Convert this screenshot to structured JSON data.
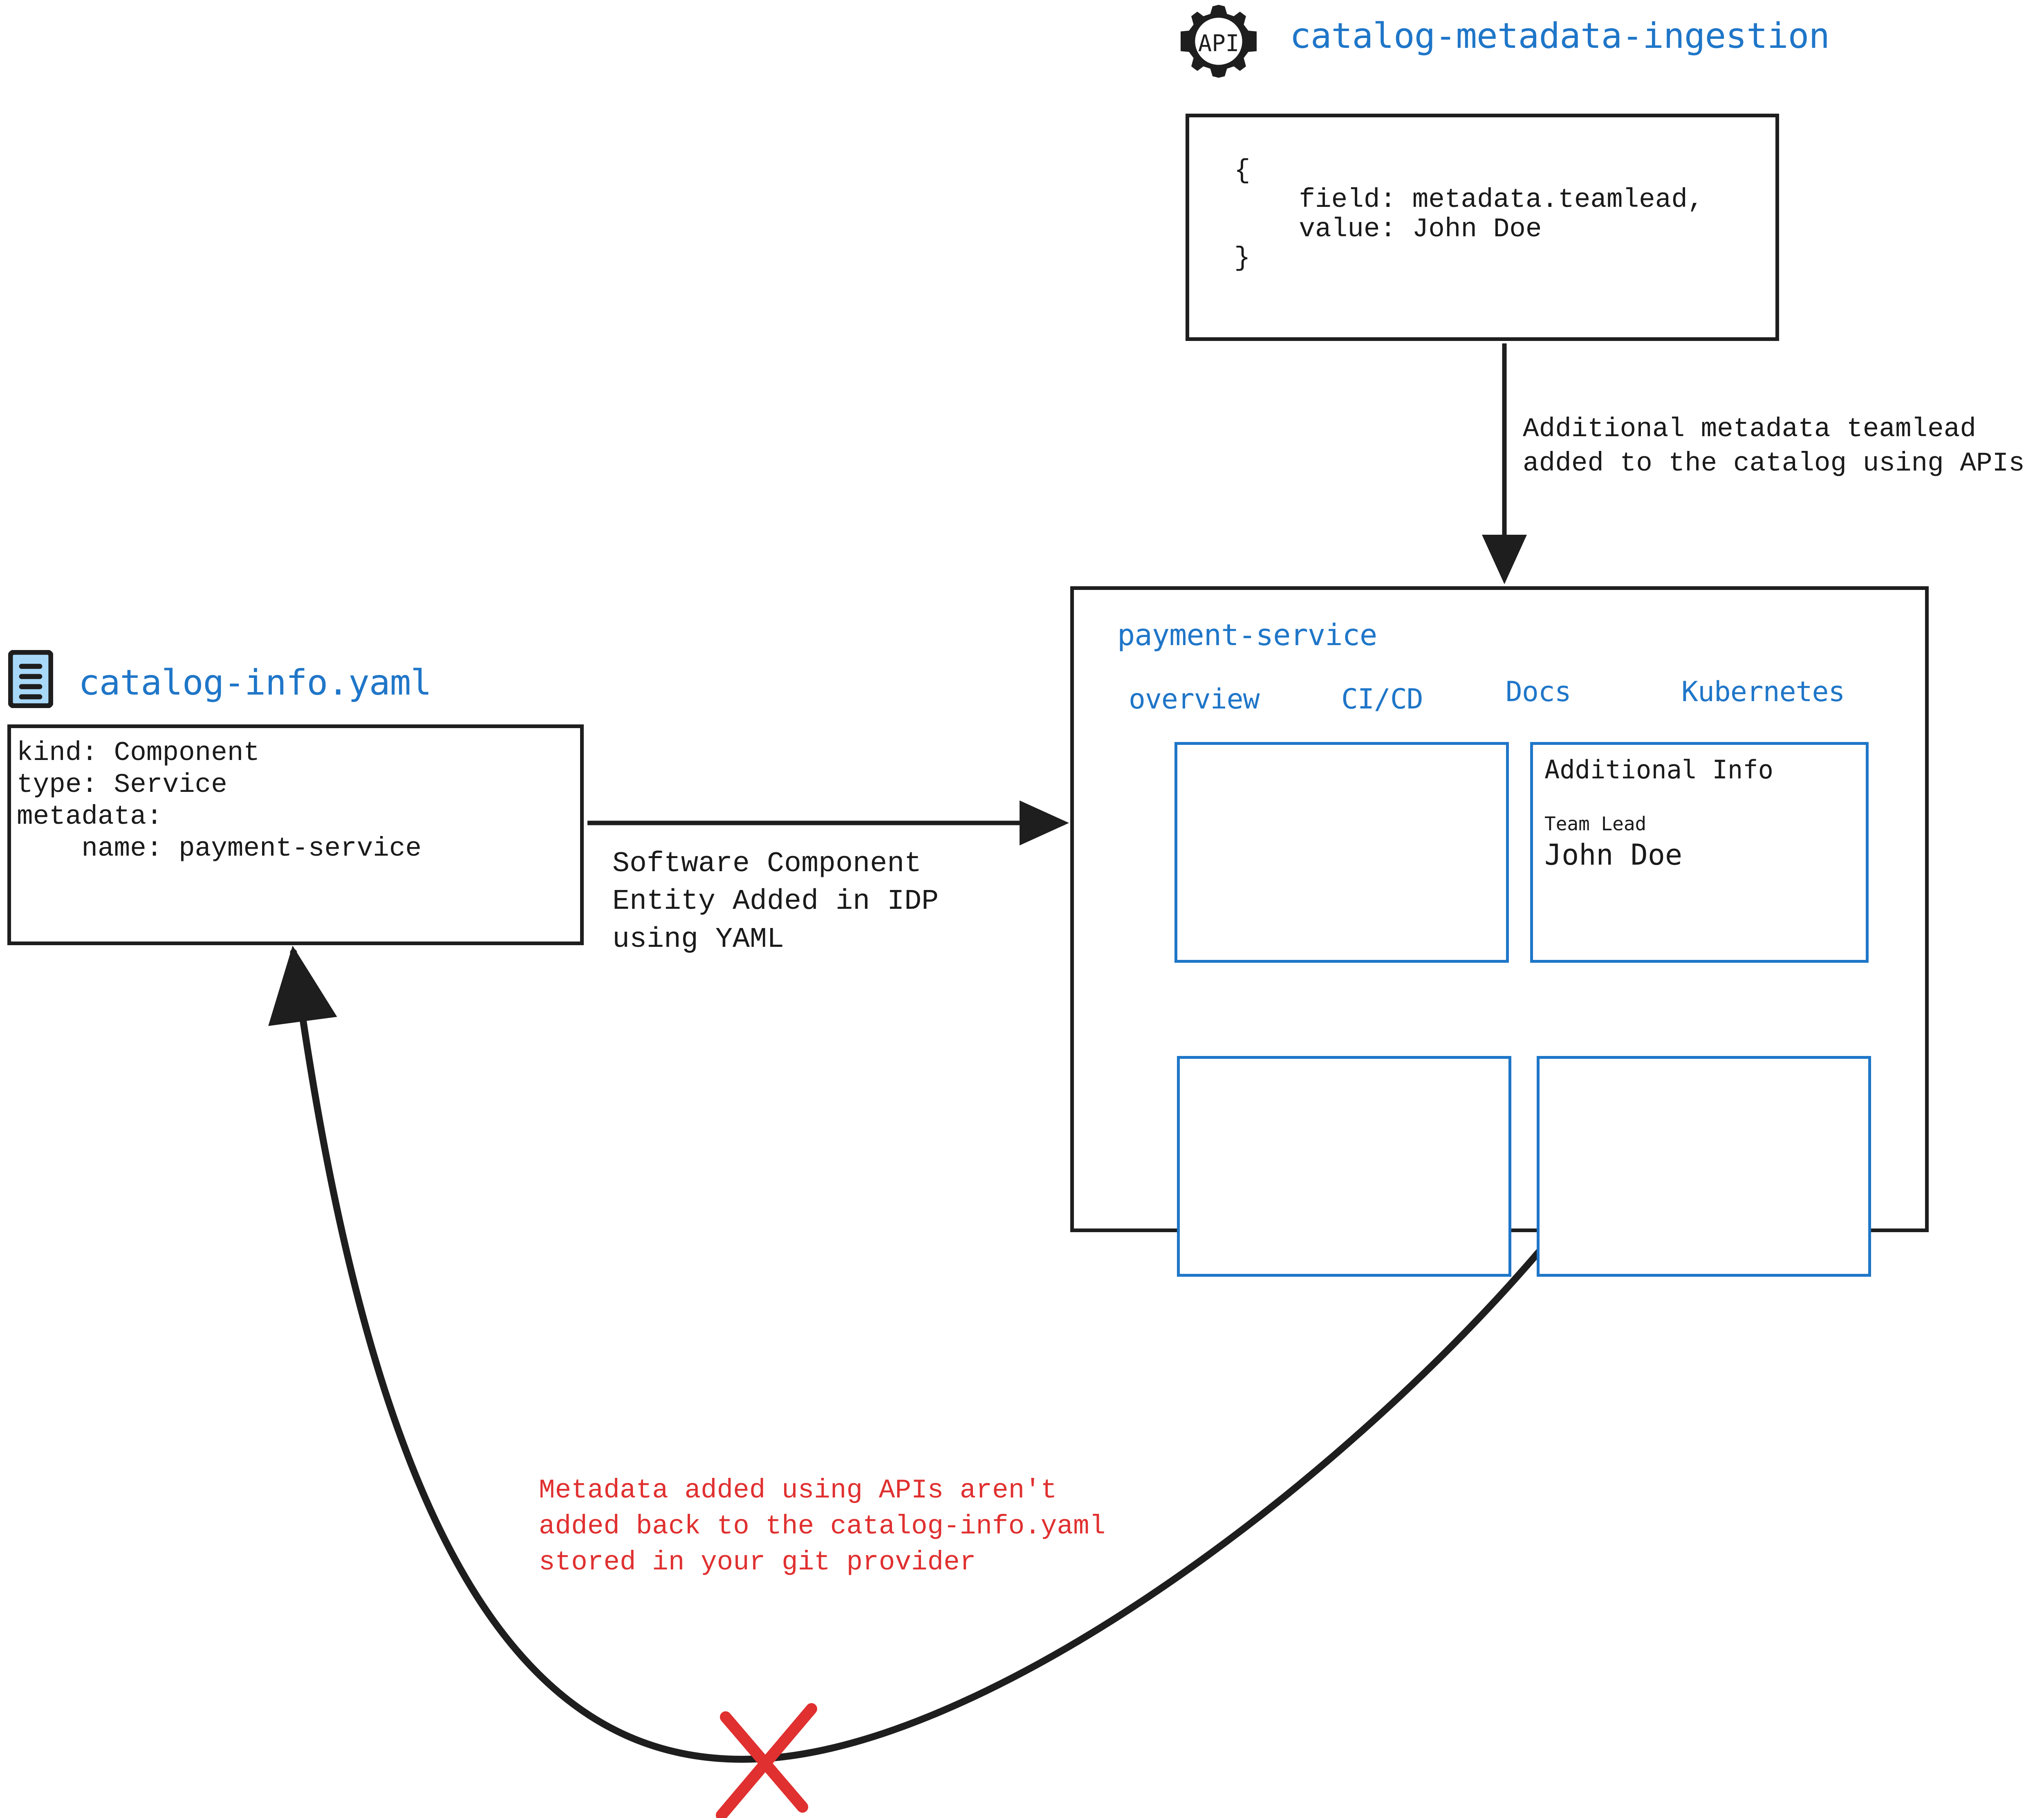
{
  "colors": {
    "accent_blue": "#1f76c8",
    "stroke_black": "#1e1e1e",
    "warning_red": "#e03030",
    "icon_fill_blue": "#a8d8f8"
  },
  "api_source": {
    "icon": "api-gear-icon",
    "icon_label": "API",
    "title": "catalog-metadata-ingestion",
    "code": "{\n    field: metadata.teamlead,\n    value: John Doe\n}"
  },
  "yaml_source": {
    "icon": "yaml-file-icon",
    "title": "catalog-info.yaml",
    "code": "kind: Component\ntype: Service\nmetadata:\n    name: payment-service"
  },
  "edges": {
    "api_to_panel_label": "Additional metadata teamlead\nadded to the catalog using APIs",
    "yaml_to_panel_label": "Software Component\nEntity Added in IDP\nusing YAML",
    "panel_back_to_yaml_label": "Metadata added using APIs aren't\nadded back to the catalog-info.yaml\nstored in your git provider",
    "panel_back_to_yaml_blocked": true,
    "blocked_marker": "red-x-mark"
  },
  "panel": {
    "title": "payment-service",
    "tabs": [
      {
        "label": "overview"
      },
      {
        "label": "CI/CD"
      },
      {
        "label": "Docs"
      },
      {
        "label": "Kubernetes"
      }
    ],
    "cards": {
      "overview": {
        "name": "overview-card",
        "content": ""
      },
      "additional_info": {
        "name": "additional-info-card",
        "title": "Additional Info",
        "field_label": "Team Lead",
        "field_value": "John Doe"
      },
      "bottom_left": {
        "name": "bottom-left-card",
        "content": ""
      },
      "bottom_right": {
        "name": "bottom-right-card",
        "content": ""
      }
    }
  }
}
